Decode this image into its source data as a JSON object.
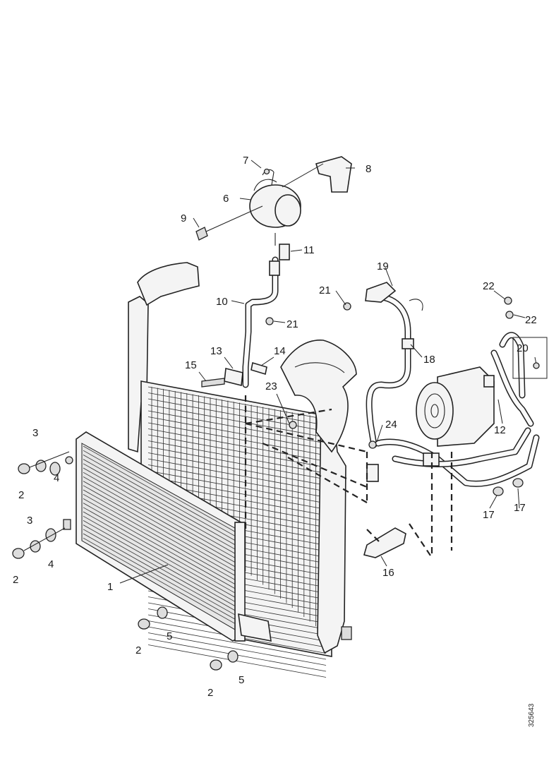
{
  "diagram": {
    "callouts": {
      "c1": "1",
      "c2a": "2",
      "c2b": "2",
      "c2c": "2",
      "c2d": "2",
      "c3a": "3",
      "c3b": "3",
      "c4a": "4",
      "c4b": "4",
      "c5a": "5",
      "c5b": "5",
      "c6": "6",
      "c7": "7",
      "c8": "8",
      "c9": "9",
      "c10": "10",
      "c11": "11",
      "c12": "12",
      "c13": "13",
      "c14": "14",
      "c15": "15",
      "c16": "16",
      "c17a": "17",
      "c17b": "17",
      "c18": "18",
      "c19": "19",
      "c20": "20",
      "c21a": "21",
      "c21b": "21",
      "c22a": "22",
      "c22b": "22",
      "c23": "23",
      "c24": "24"
    },
    "reference_code": "325643"
  }
}
